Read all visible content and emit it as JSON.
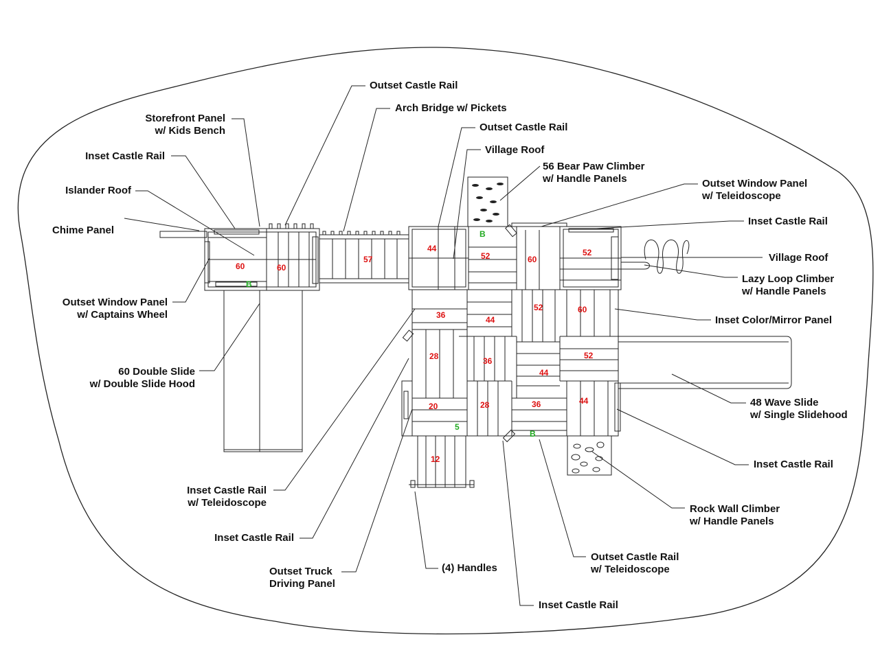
{
  "colors": {
    "ink": "#222222",
    "number": "#dd1111",
    "marker": "#22aa22",
    "background": "#ffffff"
  },
  "labels": {
    "outset_castle_rail_top": "Outset Castle Rail",
    "arch_bridge": "Arch Bridge w/ Pickets",
    "storefront_l1": "Storefront Panel",
    "storefront_l2": "w/ Kids Bench",
    "outset_castle_rail_mid": "Outset Castle Rail",
    "inset_castle_rail_tl": "Inset Castle Rail",
    "village_roof_top": "Village Roof",
    "bear_paw_l1": "56 Bear Paw Climber",
    "bear_paw_l2": "w/ Handle Panels",
    "islander_roof": "Islander Roof",
    "outset_window_tele_l1": "Outset Window Panel",
    "outset_window_tele_l2": "w/ Teleidoscope",
    "chime_panel": "Chime Panel",
    "inset_castle_rail_tr": "Inset Castle Rail",
    "village_roof_right": "Village Roof",
    "lazy_loop_l1": "Lazy Loop Climber",
    "lazy_loop_l2": "w/ Handle Panels",
    "outset_window_wheel_l1": "Outset Window Panel",
    "outset_window_wheel_l2": "w/ Captains Wheel",
    "inset_color_mirror": "Inset Color/Mirror Panel",
    "double_slide_l1": "60 Double Slide",
    "double_slide_l2": "w/ Double Slide Hood",
    "wave_slide_l1": "48 Wave Slide",
    "wave_slide_l2": "w/ Single Slidehood",
    "inset_castle_rail_right": "Inset Castle Rail",
    "inset_rail_tele_l1": "Inset Castle Rail",
    "inset_rail_tele_l2": "w/ Teleidoscope",
    "rock_wall_l1": "Rock Wall Climber",
    "rock_wall_l2": "w/ Handle Panels",
    "inset_castle_rail_bl": "Inset Castle Rail",
    "outset_rail_tele_l1": "Outset Castle Rail",
    "outset_rail_tele_l2": "w/ Teleidoscope",
    "outset_truck_l1": "Outset Truck",
    "outset_truck_l2": "Driving Panel",
    "handles": "(4) Handles",
    "inset_castle_rail_bottom": "Inset Castle Rail"
  },
  "deck_numbers": {
    "n60a": "60",
    "n60b": "60",
    "n57": "57",
    "n44a": "44",
    "n52a": "52",
    "n60c": "60",
    "n52b": "52",
    "n36a": "36",
    "n44b": "44",
    "n52c": "52",
    "n60d": "60",
    "n28a": "28",
    "n36b": "36",
    "n44c": "44",
    "n52d": "52",
    "n20": "20",
    "n28b": "28",
    "n36c": "36",
    "n44d": "44",
    "n12": "12"
  },
  "markers": {
    "b1": "B",
    "b2": "B",
    "b3": "B",
    "five": "5"
  }
}
